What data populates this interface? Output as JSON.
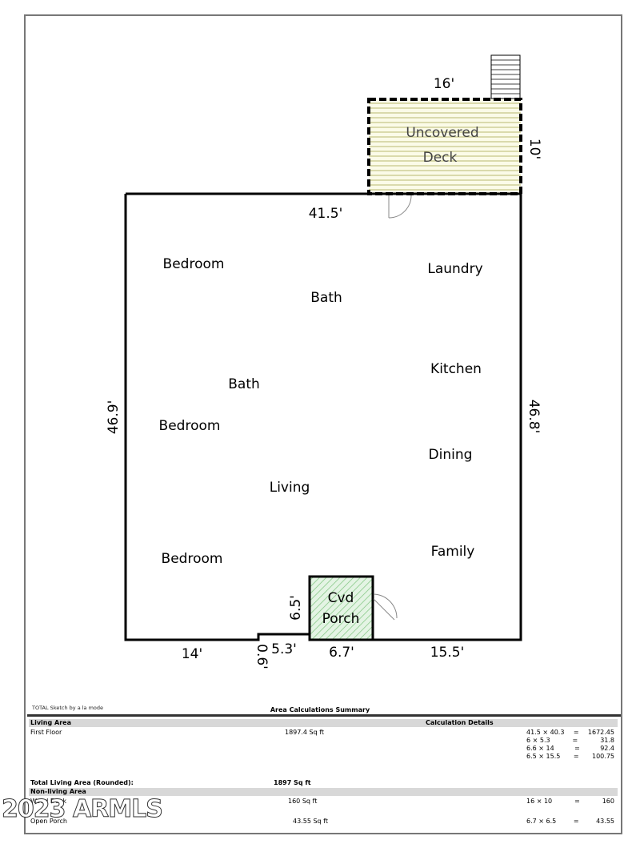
{
  "rooms": {
    "deck_line1": "Uncovered",
    "deck_line2": "Deck",
    "bedroom_top": "Bedroom",
    "bath_top": "Bath",
    "laundry": "Laundry",
    "kitchen": "Kitchen",
    "bath_mid": "Bath",
    "bedroom_mid": "Bedroom",
    "dining": "Dining",
    "living": "Living",
    "family": "Family",
    "bedroom_bottom": "Bedroom",
    "porch_line1": "Cvd",
    "porch_line2": "Porch"
  },
  "dimensions": {
    "deck_width": "16'",
    "deck_depth": "10'",
    "top": "41.5'",
    "left": "46.9'",
    "right": "46.8'",
    "bottom_left": "14'",
    "notch_height": "0.6'",
    "notch_width": "5.3'",
    "porch_height": "6.5'",
    "porch_width": "6.7'",
    "bottom_right": "15.5'"
  },
  "summary": {
    "sketch_note": "TOTAL Sketch by a la mode",
    "title": "Area Calculations Summary",
    "living_header": "Living Area",
    "calc_header": "Calculation Details",
    "first_floor_label": "First Floor",
    "first_floor_value": "1897.4 Sq ft",
    "first_floor_calcs": [
      {
        "expr": "41.5 × 40.3",
        "eq": "=",
        "val": "1672.45"
      },
      {
        "expr": "6 × 5.3",
        "eq": "=",
        "val": "31.8"
      },
      {
        "expr": "6.6 × 14",
        "eq": "=",
        "val": "92.4"
      },
      {
        "expr": "6.5 × 15.5",
        "eq": "=",
        "val": "100.75"
      }
    ],
    "total_label": "Total Living Area (Rounded):",
    "total_value": "1897 Sq ft",
    "nonliving_header": "Non-living Area",
    "wood_deck_label": "Wood Deck",
    "wood_deck_value": "160 Sq ft",
    "wood_deck_calc": {
      "expr": "16 × 10",
      "eq": "=",
      "val": "160"
    },
    "porch_label": "Open Porch",
    "porch_value": "43.55 Sq ft",
    "porch_calc": {
      "expr": "6.7 × 6.5",
      "eq": "=",
      "val": "43.55"
    }
  },
  "watermark": "2023 ARMLS"
}
